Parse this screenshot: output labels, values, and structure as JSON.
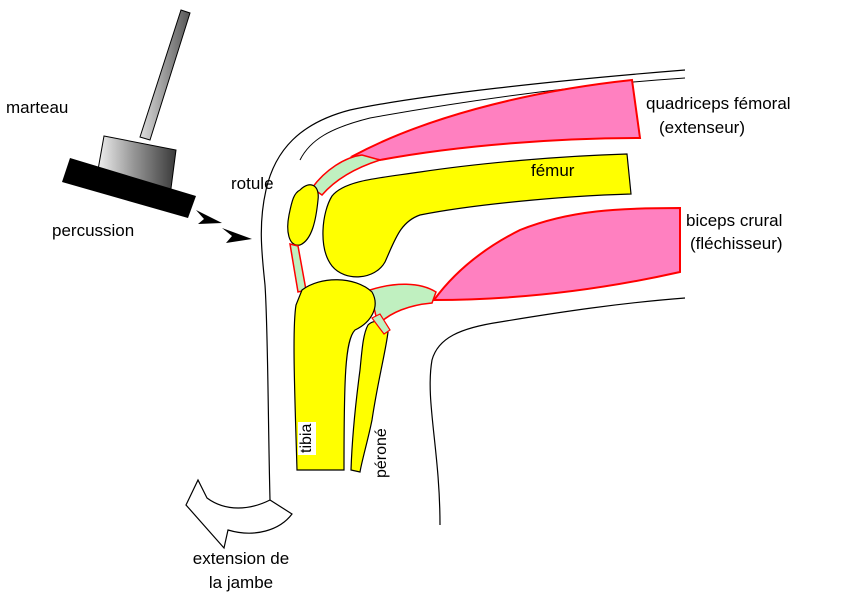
{
  "labels": {
    "marteau": "marteau",
    "percussion": "percussion",
    "rotule": "rotule",
    "femur": "fémur",
    "quadriceps_line1": "quadriceps fémoral",
    "quadriceps_line2": "(extenseur)",
    "biceps_line1": "biceps crural",
    "biceps_line2": "(fléchisseur)",
    "tibia": "tibia",
    "perone": "péroné",
    "extension_line1": "extension de",
    "extension_line2": "la jambe"
  },
  "colors": {
    "bone": "#ffff00",
    "muscle": "#ff80c0",
    "muscle_outline": "#ff0000",
    "tendon": "#c0f0c0",
    "outline": "#000000",
    "hammer_head": "#000000",
    "hammer_handle": "#a0a0a0"
  }
}
